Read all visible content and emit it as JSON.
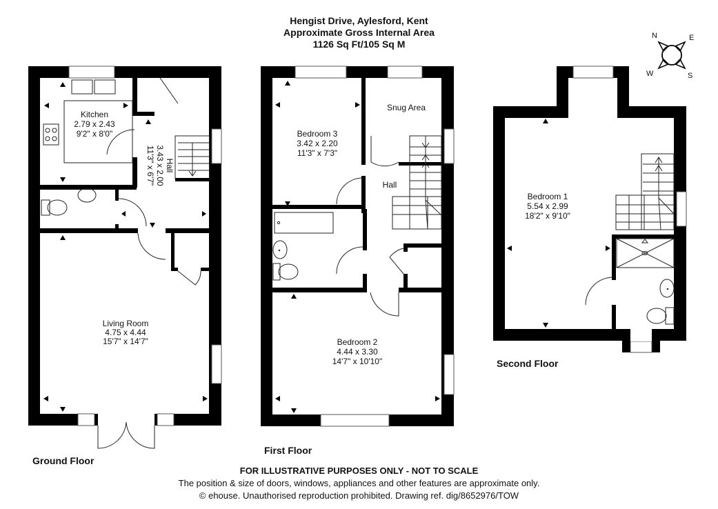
{
  "header": {
    "address": "Hengist Drive, Aylesford, Kent",
    "area_title": "Approximate Gross Internal Area",
    "area_value": "1126 Sq Ft/105 Sq M"
  },
  "compass": {
    "n": "N",
    "e": "E",
    "s": "S",
    "w": "W"
  },
  "floors": {
    "ground": {
      "label": "Ground Floor",
      "rooms": {
        "kitchen": {
          "name": "Kitchen",
          "metric": "2.79 x 2.43",
          "imperial": "9'2\" x 8'0\""
        },
        "hall": {
          "name": "Hall",
          "metric": "3.43 x 2.00",
          "imperial": "11'3\" x 6'7\""
        },
        "living": {
          "name": "Living Room",
          "metric": "4.75 x 4.44",
          "imperial": "15'7\" x 14'7\""
        }
      }
    },
    "first": {
      "label": "First Floor",
      "rooms": {
        "bedroom3": {
          "name": "Bedroom 3",
          "metric": "3.42 x 2.20",
          "imperial": "11'3\" x 7'3\""
        },
        "snug": {
          "name": "Snug Area"
        },
        "hall": {
          "name": "Hall"
        },
        "bedroom2": {
          "name": "Bedroom 2",
          "metric": "4.44 x 3.30",
          "imperial": "14'7\" x 10'10\""
        }
      }
    },
    "second": {
      "label": "Second Floor",
      "rooms": {
        "bedroom1": {
          "name": "Bedroom 1",
          "metric": "5.54 x 2.99",
          "imperial": "18'2\" x 9'10\""
        }
      }
    }
  },
  "footer": {
    "disclaimer": "FOR ILLUSTRATIVE PURPOSES ONLY - NOT TO SCALE",
    "note": "The position & size of doors, windows, appliances and other features are approximate only.",
    "copyright": "© ehouse. Unauthorised reproduction prohibited. Drawing ref. dig/8652976/TOW"
  }
}
